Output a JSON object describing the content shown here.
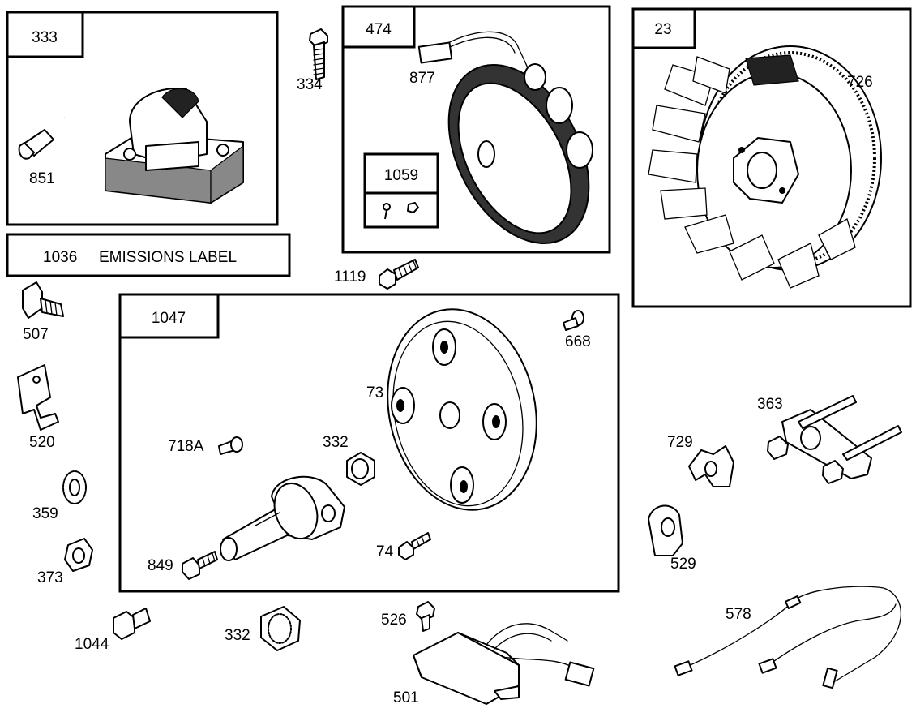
{
  "groups": {
    "g333": {
      "tag": "333"
    },
    "g474": {
      "tag": "474"
    },
    "g23": {
      "tag": "23"
    },
    "g1059": {
      "tag": "1059"
    },
    "g1047": {
      "tag": "1047"
    },
    "emissions": {
      "number": "1036",
      "text": "EMISSIONS LABEL"
    }
  },
  "parts": {
    "p334": "334",
    "p851": "851",
    "p877": "877",
    "p726": "726",
    "p1119": "1119",
    "p507": "507",
    "p520": "520",
    "p359": "359",
    "p373": "373",
    "p1044": "1044",
    "p668": "668",
    "p73": "73",
    "p718A": "718A",
    "p332a": "332",
    "p849": "849",
    "p74": "74",
    "p363": "363",
    "p729": "729",
    "p529": "529",
    "p578": "578",
    "p526": "526",
    "p332b": "332",
    "p501": "501"
  }
}
